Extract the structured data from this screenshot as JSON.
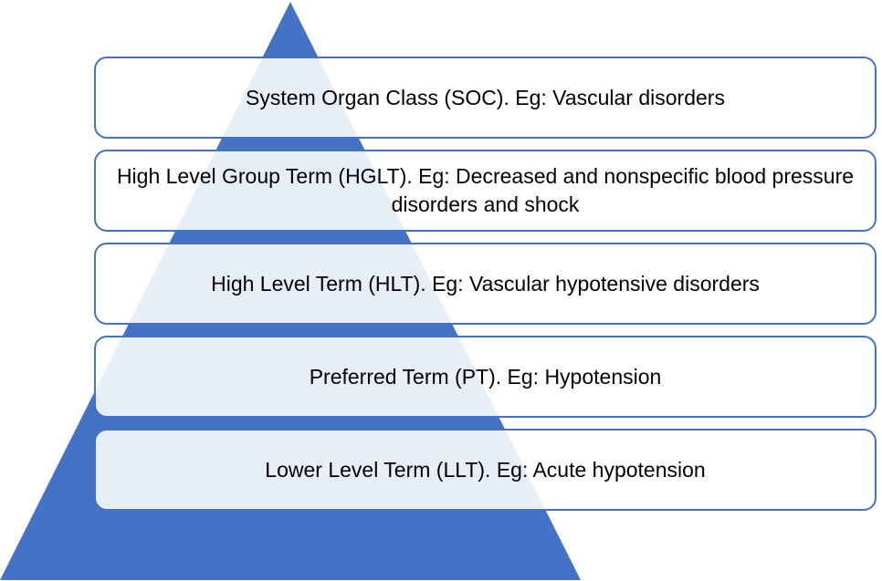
{
  "colors": {
    "pyramid_fill": "#4472c4",
    "box_border": "#4472c4",
    "box_fill": "#ffffff",
    "text": "#000000"
  },
  "levels": [
    {
      "label": "System Organ Class (SOC). Eg: Vascular disorders"
    },
    {
      "label": "High Level Group Term (HGLT). Eg: Decreased and nonspecific blood pressure disorders and shock"
    },
    {
      "label": "High Level Term (HLT). Eg: Vascular hypotensive disorders"
    },
    {
      "label": "Preferred Term (PT). Eg: Hypotension"
    },
    {
      "label": "Lower Level Term (LLT). Eg: Acute hypotension"
    }
  ]
}
